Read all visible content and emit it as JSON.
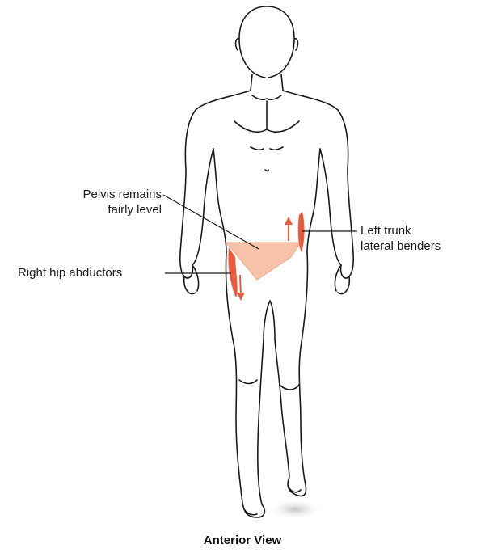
{
  "labels": {
    "pelvis_line1": "Pelvis remains",
    "pelvis_line2": "fairly level",
    "trunk_line1": "Left trunk",
    "trunk_line2": "lateral benders",
    "hip": "Right hip abductors"
  },
  "caption": "Anterior View",
  "colors": {
    "outline": "#1a1a1a",
    "muscle": "#ec5a3c",
    "pelvis": "#f7c2a8",
    "shadow": "#cfcfcf"
  }
}
